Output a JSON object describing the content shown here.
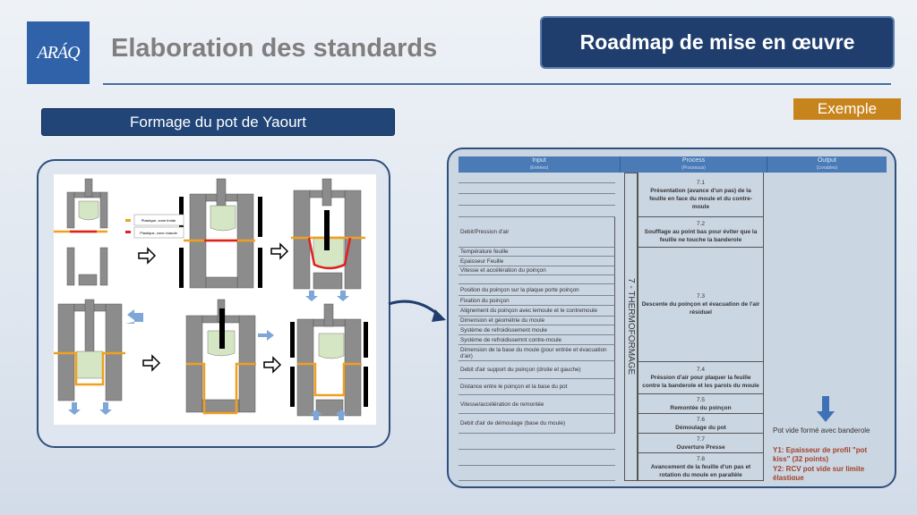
{
  "header": {
    "logo": "ARÁQ",
    "title": "Elaboration des standards",
    "roadmap": "Roadmap de mise en œuvre",
    "example_badge": "Exemple"
  },
  "left": {
    "title": "Formage du pot de Yaourt",
    "legend": [
      "Plastique, zone froide",
      "Plastique, zone chaude"
    ],
    "colors": {
      "cold": "#f0a020",
      "hot": "#e02020"
    }
  },
  "table": {
    "headers": [
      {
        "label": "Input",
        "sub": "(Entrées)"
      },
      {
        "label": "Process",
        "sub": "(Processus)"
      },
      {
        "label": "Output",
        "sub": "(Livrables)"
      }
    ],
    "section": "7 - THERMOFORMAGE",
    "inputs": [
      "",
      "",
      "",
      "",
      "Debit/Pression d'air",
      "Température feuille",
      "Epaisseur Feuille",
      "Vitesse et accélération du poinçon",
      "",
      "Position du poinçon sur la plaque porte poinçon",
      "Fixation du poinçon",
      "Alignement du poinçon avec lemoule et le contremoule",
      "Dimension et géométrie du moule",
      "Système de refroidissement moule",
      "Système de refroidissemnt contre-moule",
      "Dimension de la base du moule (pour entrée et évacuation d'air)",
      "Debit d'air support du poinçon (droite et gauche)",
      "Distance entre le poinçon et la base du pot",
      "Vitesse/accélération de remontée",
      "Debit d'air de démoulage (base du moule)",
      "",
      "",
      ""
    ],
    "process": [
      {
        "num": "7.1",
        "text": "Présentation (avance d'un pas) de la feuille en face du moule et du contre-moule"
      },
      {
        "num": "7.2",
        "text": "Soufflage au point bas pour éviter que la feuille ne touche la banderole"
      },
      {
        "num": "7.3",
        "text": "Descente du poinçon et évacuation de l'air résiduel"
      },
      {
        "num": "7.4",
        "text": "Préssion d'air pour plaquer la feuille contre la banderole et les parois du moule"
      },
      {
        "num": "7.5",
        "text": "Remontée du poinçon"
      },
      {
        "num": "7.6",
        "text": "Démoulage du pot"
      },
      {
        "num": "7.7",
        "text": "Ouverture Presse"
      },
      {
        "num": "7.8",
        "text": "Avancement de la feuille d'un pas et rotation du moule en parallèle"
      }
    ],
    "output": {
      "text": "Pot vide formé avec banderole",
      "y1": "Y1: Epaisseur de profil \"pot kiss\" (32 points)",
      "y2": "Y2: RCV pot vide sur limite élastique"
    }
  }
}
